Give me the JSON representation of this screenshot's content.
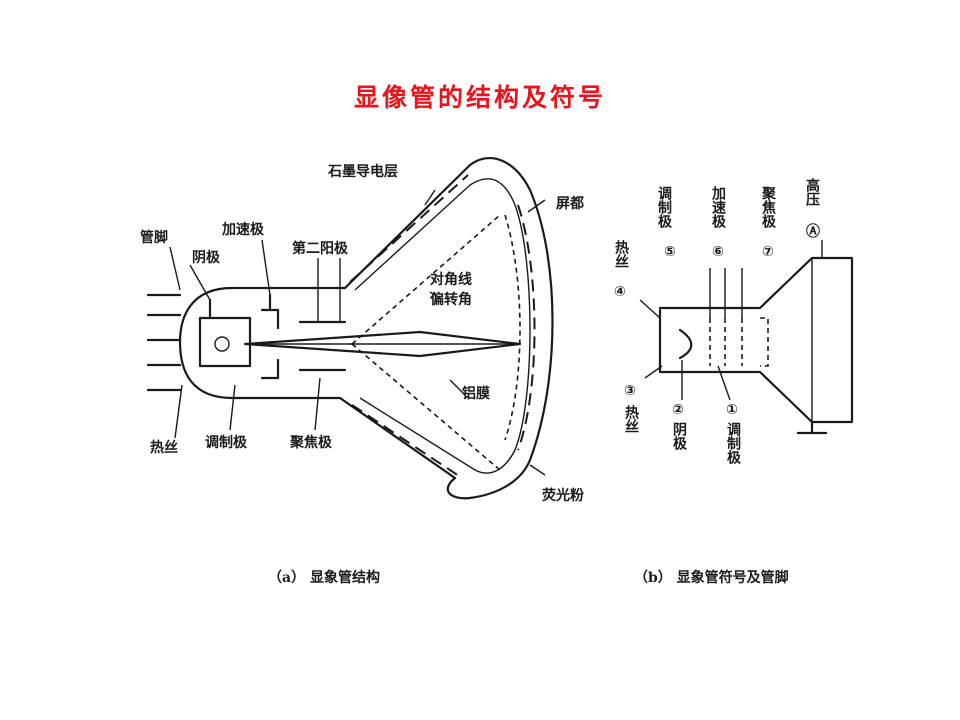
{
  "title": "显像管的结构及符号",
  "figure_a": {
    "caption": "（a） 显象管结构",
    "labels": {
      "graphite": "石墨导电层",
      "screen": "屏都",
      "pin": "管脚",
      "cathode": "阴极",
      "accel": "加速极",
      "anode2": "第二阳极",
      "diag1": "对角线",
      "diag2": "偏转角",
      "aluminum": "铝膜",
      "heater": "热丝",
      "control": "调制极",
      "focus": "聚焦极",
      "phosphor": "荧光粉"
    }
  },
  "figure_b": {
    "caption": "（b） 显象管符号及管脚",
    "labels": {
      "control_top": "调制极",
      "accel": "加速极",
      "focus": "聚焦极",
      "hv": "高压",
      "heater_top": "热丝",
      "heater_bottom": "热丝",
      "cathode": "阴极",
      "control_bottom": "调制极"
    },
    "pins": {
      "p5": "⑤",
      "p6": "⑥",
      "p7": "⑦",
      "pA": "Ⓐ",
      "p4": "④",
      "p3": "③",
      "p2": "②",
      "p1": "①"
    }
  }
}
